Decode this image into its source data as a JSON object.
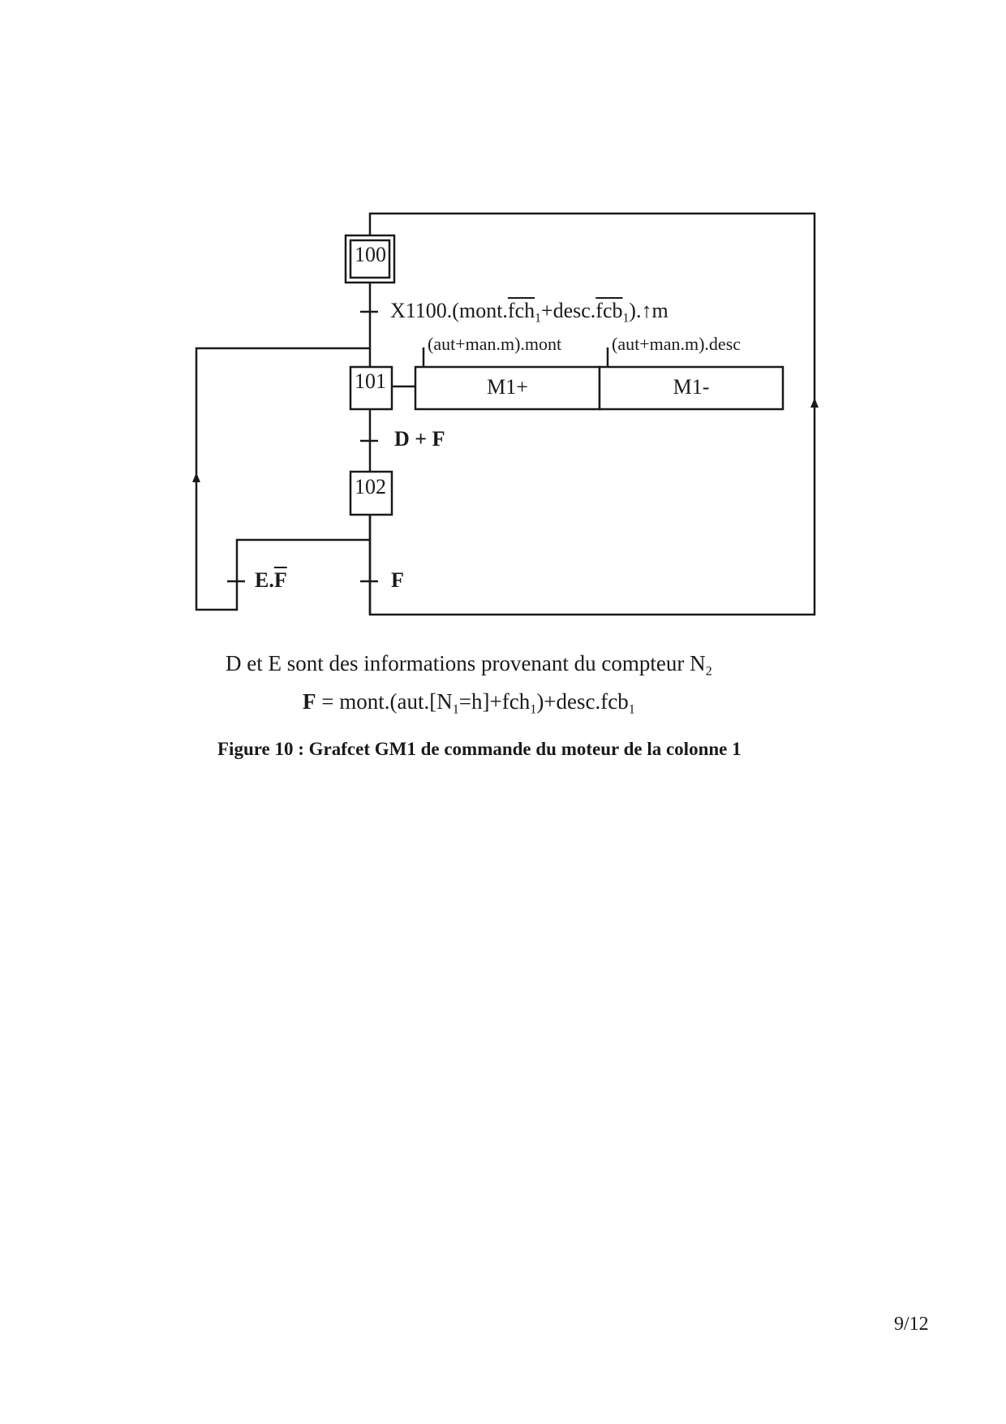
{
  "diagram": {
    "type": "grafcet",
    "steps": [
      {
        "id": "100",
        "label": "100",
        "initial": true
      },
      {
        "id": "101",
        "label": "101",
        "initial": false
      },
      {
        "id": "102",
        "label": "102",
        "initial": false
      }
    ],
    "transitions": {
      "t100_101": {
        "prefix": "X1100.(mont.",
        "fch": "fch",
        "sub1": "1",
        "mid": "+desc.",
        "fcb": "fcb",
        "sub2": "1",
        "suffix": ").↑m"
      },
      "t101_102": {
        "label": "D + F"
      },
      "t102_101": {
        "main": "E.",
        "negated": "F"
      },
      "t102_100": {
        "label": "F"
      }
    },
    "actions": [
      {
        "step": "101",
        "label": "M1+",
        "condition": "(aut+man.m).mont"
      },
      {
        "step": "101",
        "label": "M1-",
        "condition": "(aut+man.m).desc"
      }
    ]
  },
  "notes": {
    "line1_text": "D et E sont des informations provenant du compteur N",
    "line1_sub": "2",
    "line2_bold": "F",
    "line2_a": " = mont.(aut.[N",
    "line2_sub1": "1",
    "line2_b": "=h]+fch",
    "line2_sub2": "1",
    "line2_c": ")+desc.fcb",
    "line2_sub3": "1"
  },
  "caption": "Figure 10 : Grafcet GM1 de commande du moteur de la colonne 1",
  "page_number": "9/12"
}
